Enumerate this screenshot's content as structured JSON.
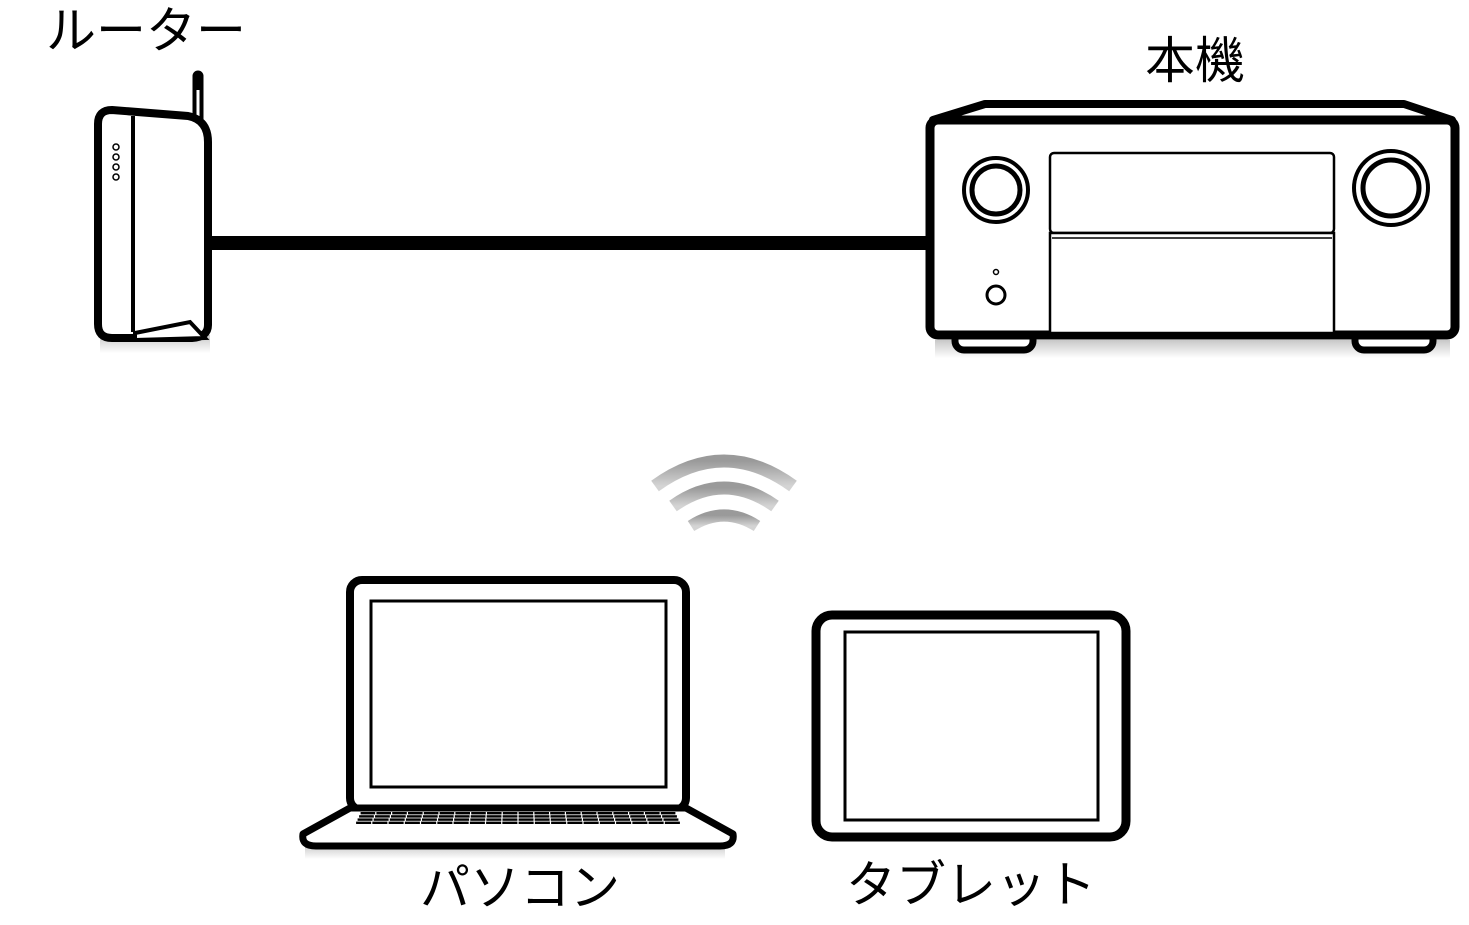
{
  "labels": {
    "router": "ルーター",
    "receiver": "本機",
    "pc": "パソコン",
    "tablet": "タブレット"
  },
  "icons": {
    "router": "wifi-router-icon",
    "receiver": "av-receiver-icon",
    "pc": "laptop-icon",
    "tablet": "tablet-icon",
    "wireless": "wifi-signal-icon"
  },
  "colors": {
    "line": "#000000",
    "background": "#ffffff",
    "signal": "#b0b0b0"
  }
}
